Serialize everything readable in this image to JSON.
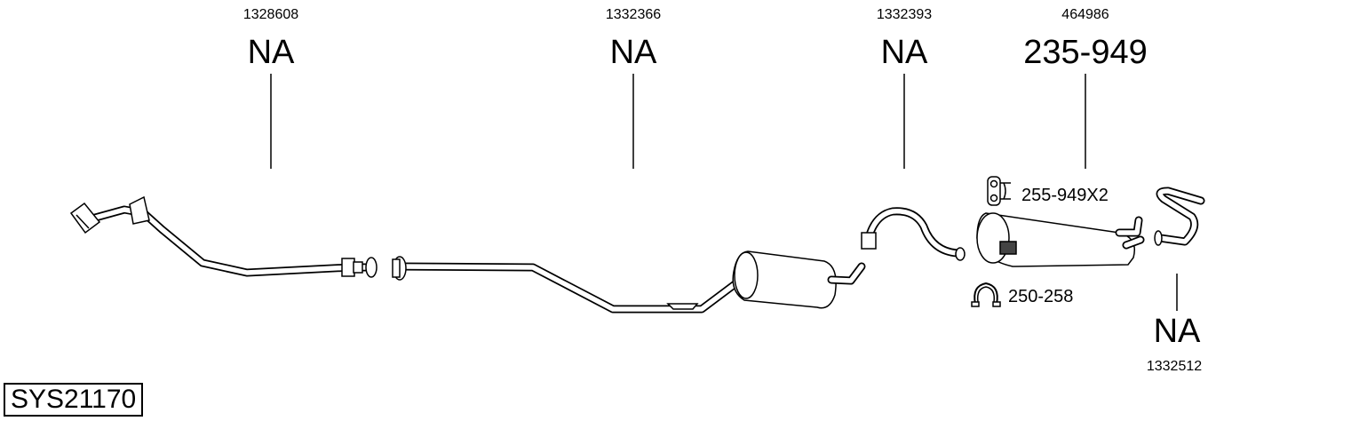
{
  "system_code": "SYS21170",
  "parts": [
    {
      "oem": "1328608",
      "number": "NA"
    },
    {
      "oem": "1332366",
      "number": "NA"
    },
    {
      "oem": "1332393",
      "number": "NA"
    },
    {
      "oem": "464986",
      "number": "235-949"
    },
    {
      "oem": "1332512",
      "number": "NA"
    }
  ],
  "accessories": [
    {
      "label": "255-949X2",
      "icon": "rubber-hanger-icon"
    },
    {
      "label": "250-258",
      "icon": "pipe-clamp-icon"
    }
  ]
}
